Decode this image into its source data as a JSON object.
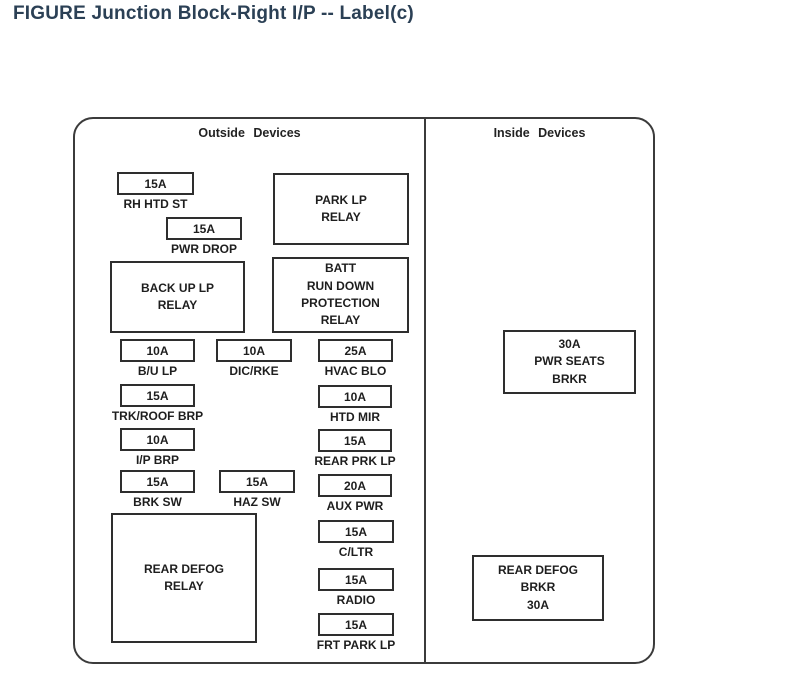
{
  "page": {
    "title": "FIGURE Junction Block-Right I/P -- Label(c)"
  },
  "colors": {
    "title_text": "#2b4055",
    "diagram_line": "#3b3b3b",
    "diagram_text": "#1e1e1e",
    "background": "#ffffff"
  },
  "diagram": {
    "sections": {
      "left": "Outside Devices",
      "right": "Inside Devices"
    },
    "relays": [
      {
        "name": "park-lp-relay",
        "text": "PARK LP\nRELAY"
      },
      {
        "name": "back-up-lp-relay",
        "text": "BACK UP LP\nRELAY"
      },
      {
        "name": "batt-run-down-protection-relay",
        "text": "BATT\nRUN DOWN\nPROTECTION\nRELAY"
      },
      {
        "name": "rear-defog-relay",
        "text": "REAR DEFOG\nRELAY"
      }
    ],
    "fuses": [
      {
        "amp": "15A",
        "label": "RH HTD ST"
      },
      {
        "amp": "15A",
        "label": "PWR DROP"
      },
      {
        "amp": "10A",
        "label": "B/U LP"
      },
      {
        "amp": "10A",
        "label": "DIC/RKE"
      },
      {
        "amp": "25A",
        "label": "HVAC BLO"
      },
      {
        "amp": "15A",
        "label": "TRK/ROOF BRP"
      },
      {
        "amp": "10A",
        "label": "HTD MIR"
      },
      {
        "amp": "10A",
        "label": "I/P BRP"
      },
      {
        "amp": "15A",
        "label": "REAR PRK LP"
      },
      {
        "amp": "15A",
        "label": "BRK SW"
      },
      {
        "amp": "15A",
        "label": "HAZ SW"
      },
      {
        "amp": "20A",
        "label": "AUX PWR"
      },
      {
        "amp": "15A",
        "label": "C/LTR"
      },
      {
        "amp": "15A",
        "label": "RADIO"
      },
      {
        "amp": "15A",
        "label": "FRT PARK LP"
      }
    ],
    "breakers": [
      {
        "name": "pwr-seats-brkr",
        "text": "30A\nPWR SEATS\nBRKR"
      },
      {
        "name": "rear-defog-brkr",
        "text": "REAR DEFOG\nBRKR\n30A"
      }
    ]
  }
}
